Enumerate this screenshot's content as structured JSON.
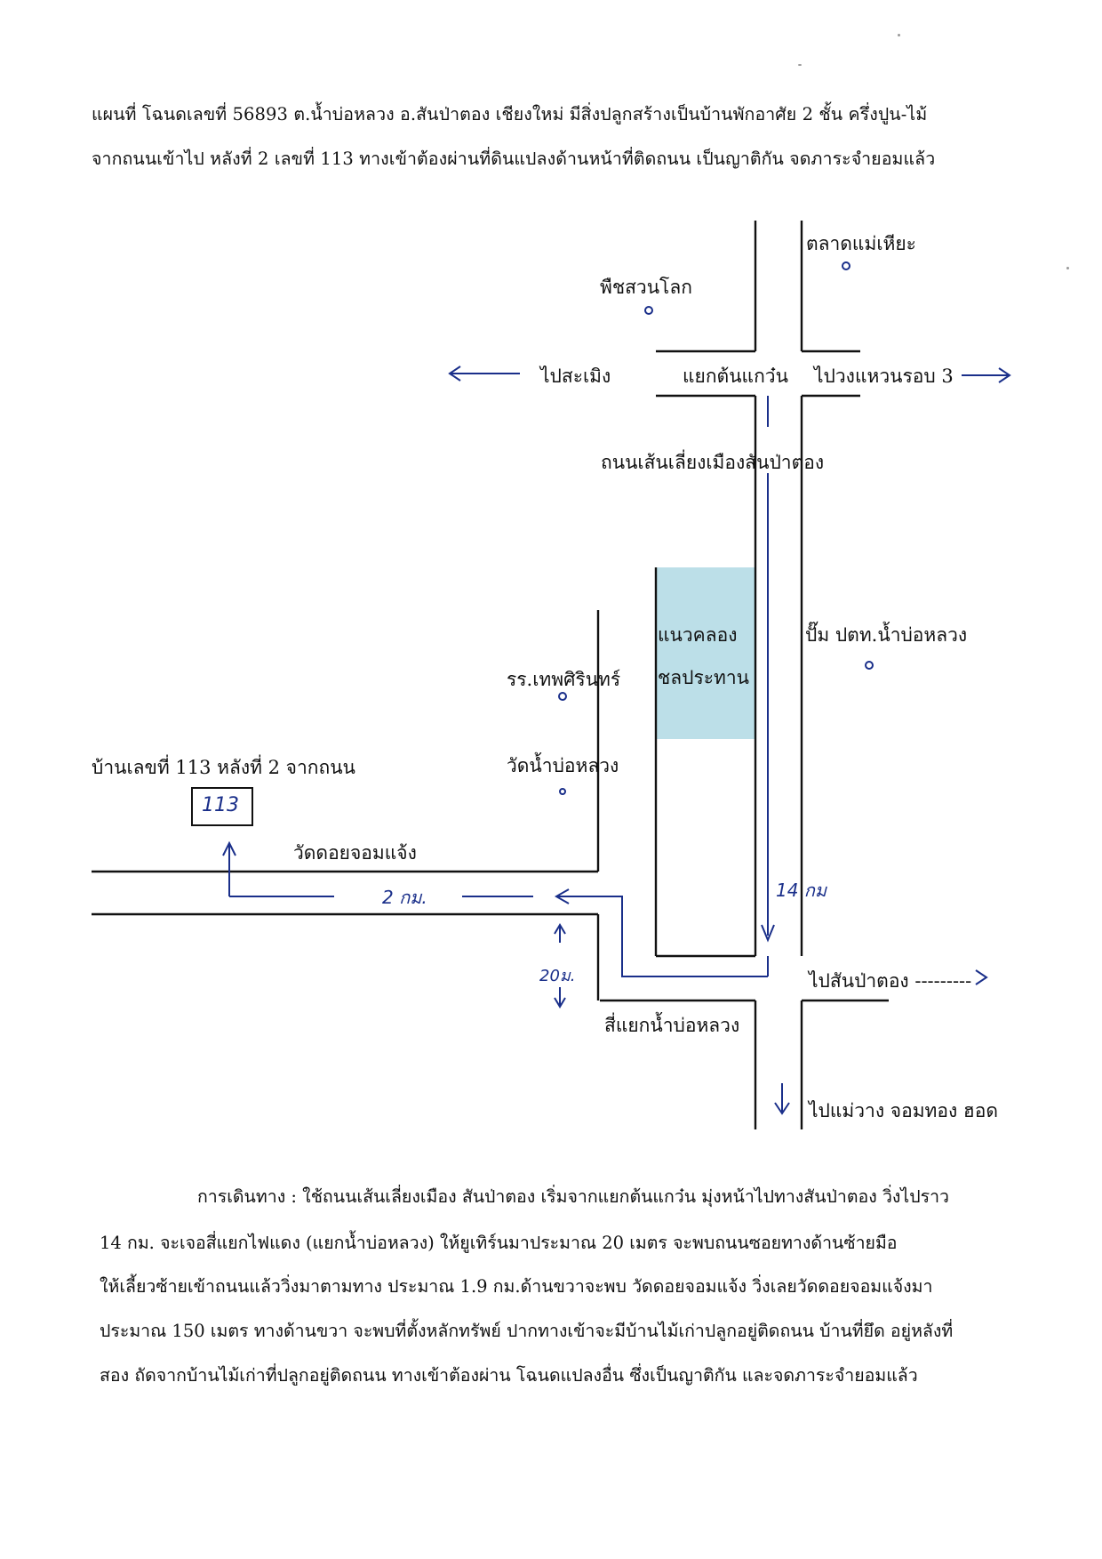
{
  "header": {
    "line1": "แผนที่ โฉนดเลขที่ 56893 ต.น้ำบ่อหลวง อ.สันป่าตอง เชียงใหม่ มีสิ่งปลูกสร้างเป็นบ้านพักอาศัย 2 ชั้น ครึ่งปูน-ไม้",
    "line2": "จากถนนเข้าไป หลังที่ 2 เลขที่ 113 ทางเข้าต้องผ่านที่ดินแปลงด้านหน้าที่ติดถนน เป็นญาติกัน จดภาระจำยอมแล้ว"
  },
  "map": {
    "labels": {
      "market": "ตลาดแม่เหียะ",
      "plant_garden": "พืชสวนโลก",
      "to_samoeng": "ไปสะเมิง",
      "intersection_tonkaew": "แยกต้นแกว๋น",
      "to_ring3": "ไปวงแหวนรอบ 3",
      "bypass_road": "ถนนเส้นเลี่ยงเมืองสันป่าตอง",
      "canal_1": "แนวคลอง",
      "canal_2": "ชลประทาน",
      "gas_station": "ปั๊ม ปตท.น้ำบ่อหลวง",
      "school": "รร.เทพศิรินทร์",
      "temple_nambolaung": "วัดน้ำบ่อหลวง",
      "house_label": "บ้านเลขที่ 113 หลังที่ 2 จากถนน",
      "house_number": "113",
      "temple_doi": "วัดดอยจอมแจ้ง",
      "to_sanpatong": "ไปสันป่าตอง ---------",
      "four_way": "สี่แยกน้ำบ่อหลวง",
      "to_maewang": "ไปแม่วาง จอมทอง ฮอด"
    },
    "handwritten": {
      "dist_2km": "2 กม.",
      "dist_14km": "14 กม",
      "dist_20m": "20ม."
    },
    "colors": {
      "road": "#111111",
      "route_pen": "#1a2f8a",
      "canal": "#bcdfe8"
    }
  },
  "directions": {
    "lines": [
      "การเดินทาง : ใช้ถนนเส้นเลี่ยงเมือง สันป่าตอง เริ่มจากแยกต้นแกว๋น มุ่งหน้าไปทางสันป่าตอง วิ่งไปราว",
      "14 กม. จะเจอสี่แยกไฟแดง (แยกน้ำบ่อหลวง) ให้ยูเทิร์นมาประมาณ 20 เมตร จะพบถนนซอยทางด้านซ้ายมือ",
      "ให้เลี้ยวซ้ายเข้าถนนแล้ววิ่งมาตามทาง ประมาณ 1.9 กม.ด้านขวาจะพบ วัดดอยจอมแจ้ง วิ่งเลยวัดดอยจอมแจ้งมา",
      "ประมาณ 150 เมตร ทางด้านขวา จะพบที่ตั้งหลักทรัพย์ ปากทางเข้าจะมีบ้านไม้เก่าปลูกอยู่ติดถนน บ้านที่ยึด อยู่หลังที่",
      "สอง ถัดจากบ้านไม้เก่าที่ปลูกอยู่ติดถนน ทางเข้าต้องผ่าน โฉนดแปลงอื่น ซึ่งเป็นญาติกัน และจดภาระจำยอมแล้ว"
    ]
  }
}
